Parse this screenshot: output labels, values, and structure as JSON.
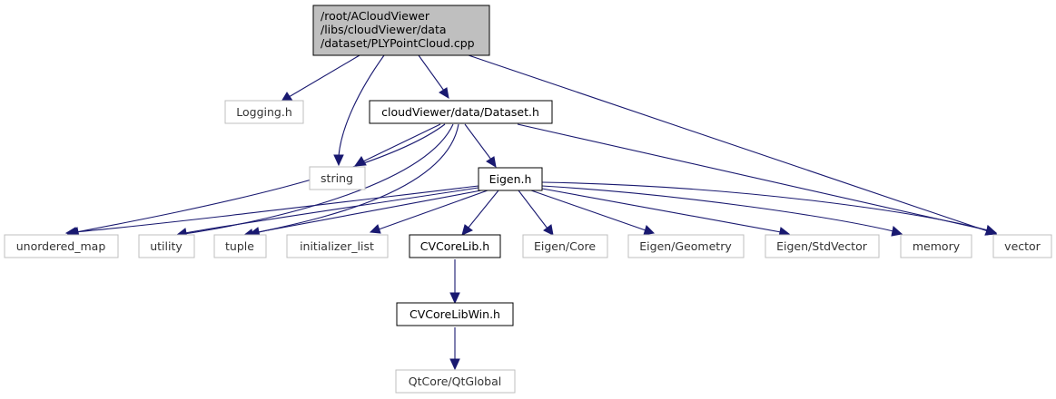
{
  "graph": {
    "root_label_lines": [
      "/root/ACloudViewer",
      "/libs/cloudViewer/data",
      "/dataset/PLYPointCloud.cpp"
    ],
    "nodes": {
      "logging": "Logging.h",
      "string": "string",
      "dataset_h": "cloudViewer/data/Dataset.h",
      "eigen_h": "Eigen.h",
      "unordered_map": "unordered_map",
      "utility": "utility",
      "tuple": "tuple",
      "initializer_list": "initializer_list",
      "cvcorelib": "CVCoreLib.h",
      "eigen_core": "Eigen/Core",
      "eigen_geometry": "Eigen/Geometry",
      "eigen_stdvector": "Eigen/StdVector",
      "memory": "memory",
      "vector": "vector",
      "cvcorelibwin": "CVCoreLibWin.h",
      "qtglobal": "QtCore/QtGlobal"
    },
    "colors": {
      "edge": "#191970",
      "root_fill": "#bfbfbf",
      "documented_border": "#000000",
      "external_border": "#bfbfbf"
    }
  }
}
